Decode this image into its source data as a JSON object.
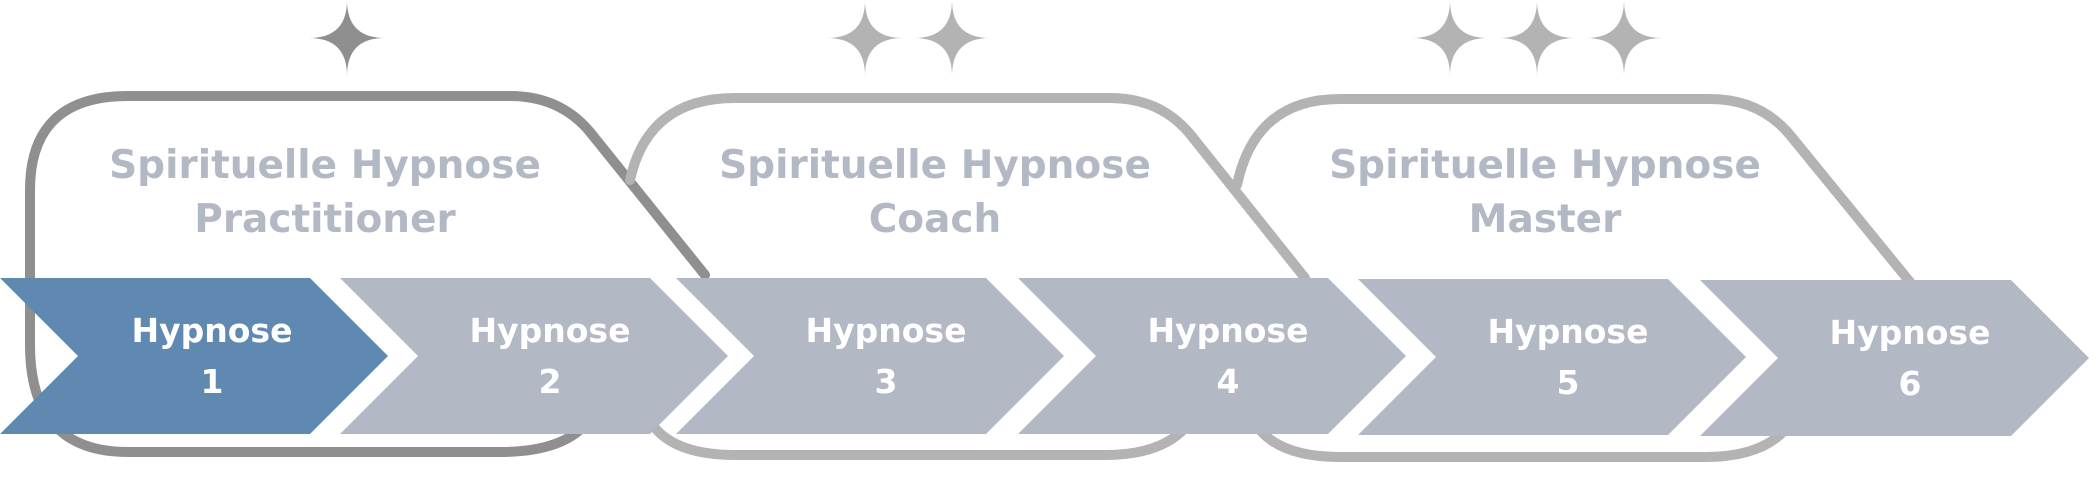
{
  "colors": {
    "active_step": "#5f89b1",
    "inactive_step": "#b3b8c5",
    "title_text": "#b3b8c5",
    "card1_border": "#8f8f8f",
    "card_border": "#b3b3b3",
    "star1": "#8f8f8f",
    "star": "#b3b3b3",
    "step_text": "#ffffff"
  },
  "icons": {
    "level_marker": "four-point-star-icon"
  },
  "levels": [
    {
      "title_line1": "Spirituelle Hypnose",
      "title_line2": "Practitioner",
      "stars": 1
    },
    {
      "title_line1": "Spirituelle Hypnose",
      "title_line2": "Coach",
      "stars": 2
    },
    {
      "title_line1": "Spirituelle Hypnose",
      "title_line2": "Master",
      "stars": 3
    }
  ],
  "steps": [
    {
      "label": "Hypnose",
      "number": "1",
      "active": true
    },
    {
      "label": "Hypnose",
      "number": "2",
      "active": false
    },
    {
      "label": "Hypnose",
      "number": "3",
      "active": false
    },
    {
      "label": "Hypnose",
      "number": "4",
      "active": false
    },
    {
      "label": "Hypnose",
      "number": "5",
      "active": false
    },
    {
      "label": "Hypnose",
      "number": "6",
      "active": false
    }
  ]
}
